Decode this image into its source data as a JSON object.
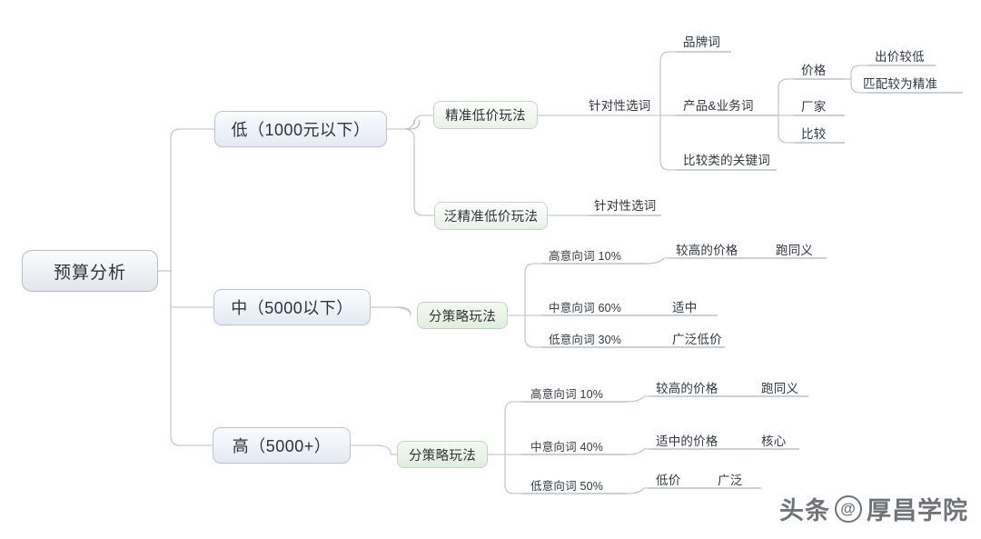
{
  "diagram": {
    "type": "mindmap",
    "title": "预算分析",
    "root": {
      "label": "预算分析"
    },
    "branches": [
      {
        "id": "low",
        "label": "低（1000元以下）",
        "children": [
          {
            "label": "精准低价玩法",
            "children": [
              {
                "label": "针对性选词",
                "children": [
                  {
                    "label": "品牌词"
                  },
                  {
                    "label": "产品&业务词",
                    "children": [
                      {
                        "label": "价格",
                        "children": [
                          {
                            "label": "出价较低"
                          },
                          {
                            "label": "匹配较为精准"
                          }
                        ]
                      },
                      {
                        "label": "厂家"
                      },
                      {
                        "label": "比较"
                      }
                    ]
                  },
                  {
                    "label": "比较类的关键词"
                  }
                ]
              }
            ]
          },
          {
            "label": "泛精准低价玩法",
            "children": [
              {
                "label": "针对性选词"
              }
            ]
          }
        ]
      },
      {
        "id": "mid",
        "label": "中（5000以下）",
        "children": [
          {
            "label": "分策略玩法",
            "children": [
              {
                "label": "高意向词 10%",
                "children": [
                  {
                    "label": "较高的价格",
                    "children": [
                      {
                        "label": "跑同义"
                      }
                    ]
                  }
                ]
              },
              {
                "label": "中意向词 60%",
                "children": [
                  {
                    "label": "适中"
                  }
                ]
              },
              {
                "label": "低意向词 30%",
                "children": [
                  {
                    "label": "广泛低价"
                  }
                ]
              }
            ]
          }
        ]
      },
      {
        "id": "high",
        "label": "高（5000+）",
        "children": [
          {
            "label": "分策略玩法",
            "children": [
              {
                "label": "高意向词 10%",
                "children": [
                  {
                    "label": "较高的价格",
                    "children": [
                      {
                        "label": "跑同义"
                      }
                    ]
                  }
                ]
              },
              {
                "label": "中意向词 40%",
                "children": [
                  {
                    "label": "适中的价格",
                    "children": [
                      {
                        "label": "核心"
                      }
                    ]
                  }
                ]
              },
              {
                "label": "低意向词 50%",
                "children": [
                  {
                    "label": "低价",
                    "children": [
                      {
                        "label": "广泛"
                      }
                    ]
                  }
                ]
              }
            ]
          }
        ]
      }
    ]
  },
  "nodes": {
    "root": "预算分析",
    "low": "低（1000元以下）",
    "mid": "中（5000以下）",
    "high": "高（5000+）",
    "low_play_precise": "精准低价玩法",
    "low_play_broad": "泛精准低价玩法",
    "mid_play": "分策略玩法",
    "high_play": "分策略玩法",
    "low_precise_words": "针对性选词",
    "low_broad_words": "针对性选词",
    "brand_word": "品牌词",
    "product_word": "产品&业务词",
    "compare_word": "比较类的关键词",
    "price": "价格",
    "manufacturer": "厂家",
    "compare": "比较",
    "low_bid": "出价较低",
    "precise_match": "匹配较为精准",
    "mid_high_intent": "高意向词 10%",
    "mid_high_price": "较高的价格",
    "mid_high_syn": "跑同义",
    "mid_mid_intent": "中意向词 60%",
    "mid_mid_price": "适中",
    "mid_low_intent": "低意向词 30%",
    "mid_low_price": "广泛低价",
    "high_high_intent": "高意向词 10%",
    "high_high_price": "较高的价格",
    "high_high_syn": "跑同义",
    "high_mid_intent": "中意向词 40%",
    "high_mid_price": "适中的价格",
    "high_mid_core": "核心",
    "high_low_intent": "低意向词 50%",
    "high_low_price": "低价",
    "high_low_broad": "广泛"
  },
  "watermark": {
    "platform": "头条",
    "at": "@",
    "account": "厚昌学院"
  },
  "colors": {
    "background": "#ffffff",
    "connector": "#b9bfc6",
    "underline": "#9aa1a8",
    "text": "#2f3337",
    "root_fill": "#eceef1",
    "level1_fill": "#eef1f7",
    "green_fill": "#e9f2e6",
    "green_pale_fill": "#f2f6f1"
  }
}
